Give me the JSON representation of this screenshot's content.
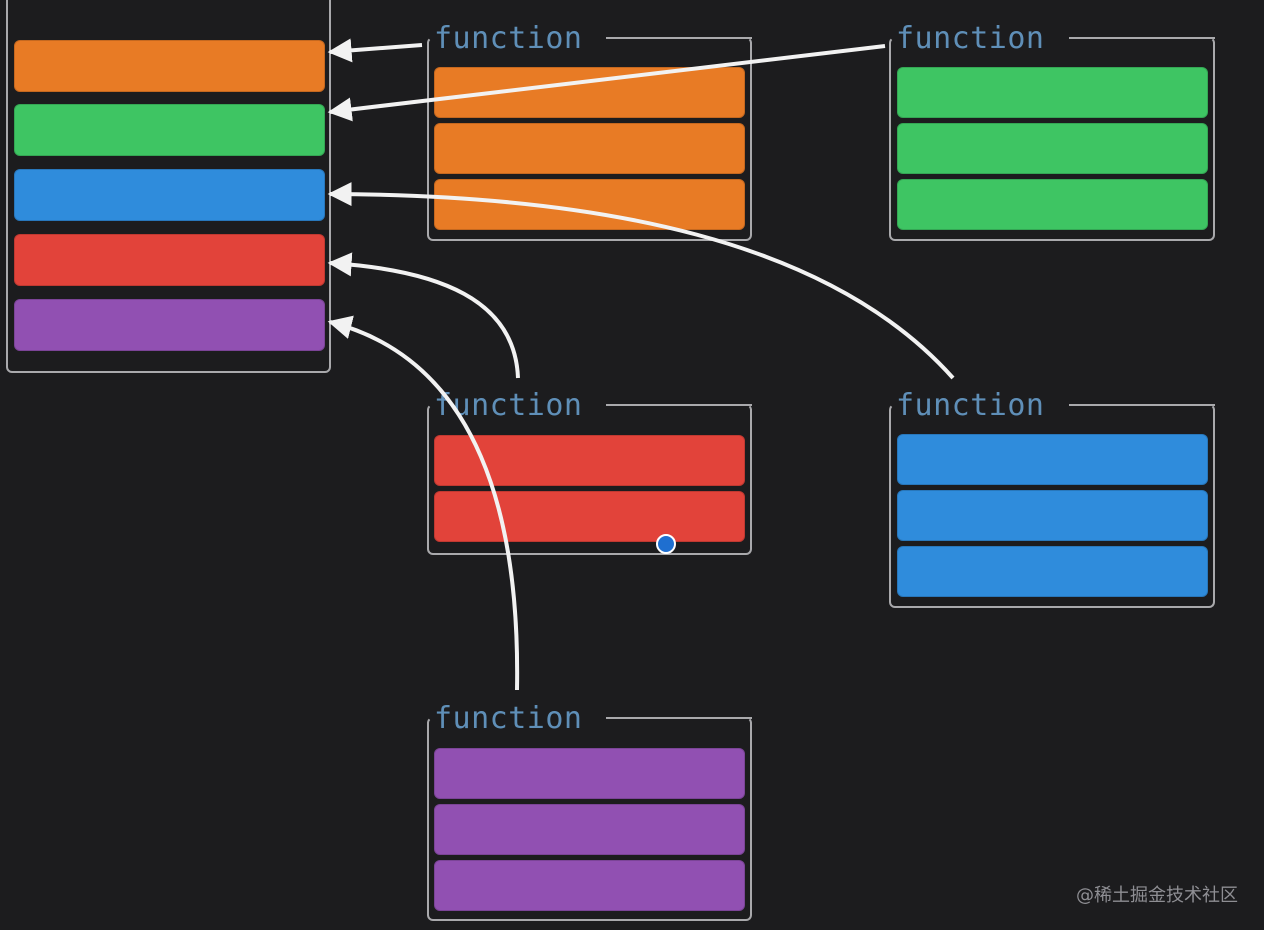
{
  "colors": {
    "orange": "#e87b25",
    "green": "#3ec563",
    "blue": "#2f8cdc",
    "red": "#e2433a",
    "purple": "#9150b2",
    "border": "#a9a9ac",
    "label": "#5f8fb8",
    "arrow": "#f2f2f2",
    "background": "#1c1c1e"
  },
  "stack": {
    "slots": [
      "orange",
      "green",
      "blue",
      "red",
      "purple"
    ]
  },
  "functions": [
    {
      "label": "function",
      "color": "orange",
      "rows": 3
    },
    {
      "label": "function",
      "color": "green",
      "rows": 3
    },
    {
      "label": "function",
      "color": "red",
      "rows": 2
    },
    {
      "label": "function",
      "color": "blue",
      "rows": 3
    },
    {
      "label": "function",
      "color": "purple",
      "rows": 3
    }
  ],
  "arrows": [
    {
      "from": "function-orange",
      "to": "stack-slot-orange"
    },
    {
      "from": "function-green",
      "to": "stack-slot-green"
    },
    {
      "from": "function-blue",
      "to": "stack-slot-blue"
    },
    {
      "from": "function-red",
      "to": "stack-slot-red"
    },
    {
      "from": "function-purple",
      "to": "stack-slot-purple"
    }
  ],
  "watermark": "@稀土掘金技术社区"
}
